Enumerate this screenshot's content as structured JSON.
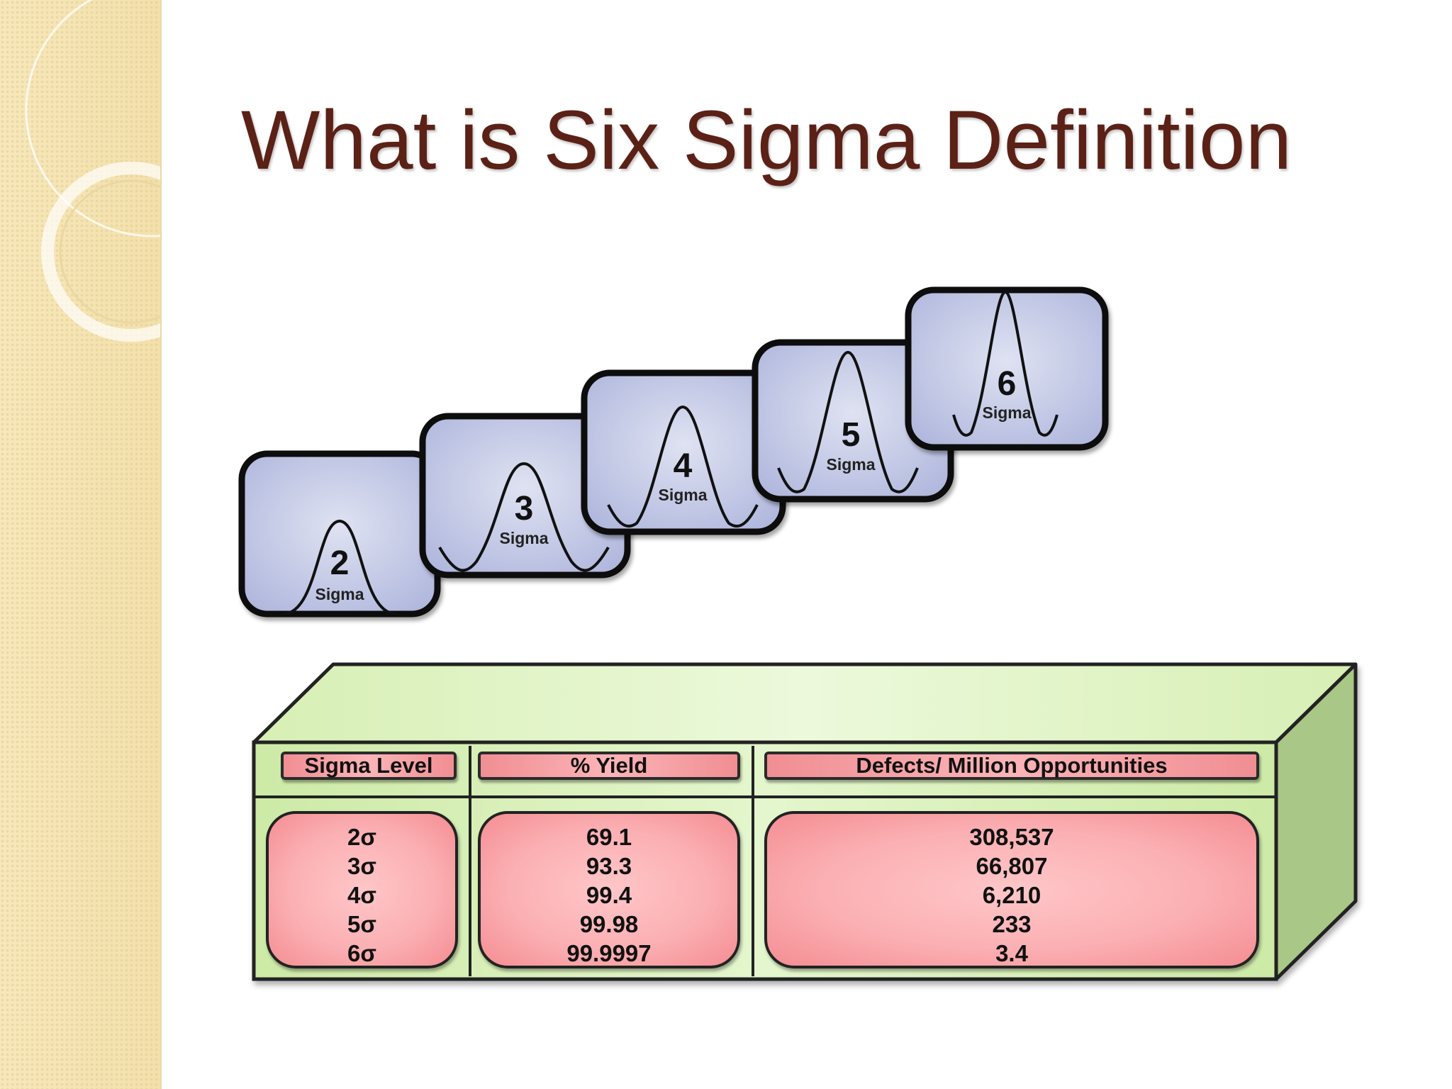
{
  "slide": {
    "title": "What is Six Sigma Definition"
  },
  "sigma_cards": [
    {
      "number": "2",
      "label": "Sigma"
    },
    {
      "number": "3",
      "label": "Sigma"
    },
    {
      "number": "4",
      "label": "Sigma"
    },
    {
      "number": "5",
      "label": "Sigma"
    },
    {
      "number": "6",
      "label": "Sigma"
    }
  ],
  "table": {
    "headers": [
      "Sigma Level",
      "% Yield",
      "Defects/ Million Opportunities"
    ],
    "sigma_levels": [
      "2σ",
      "3σ",
      "4σ",
      "5σ",
      "6σ"
    ],
    "yield": [
      "69.1",
      "93.3",
      "99.4",
      "99.98",
      "99.9997"
    ],
    "defects": [
      "308,537",
      "66,807",
      "6,210",
      "233",
      "3.4"
    ]
  },
  "colors": {
    "title": "#5b2116",
    "card_fill": "#c3c9e6",
    "table_face": "#d8f0b6",
    "table_side": "#a9c787",
    "cell_fill": "#fbb0b3"
  }
}
